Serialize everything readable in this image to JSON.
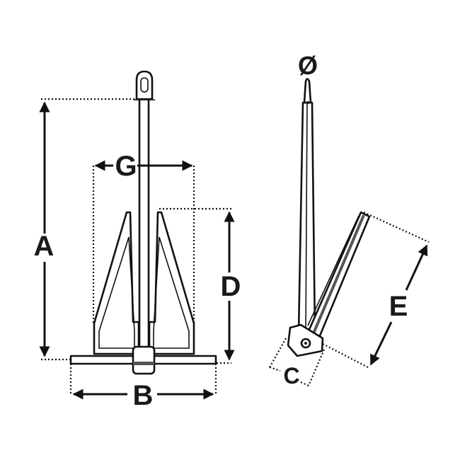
{
  "diagram": {
    "labels": {
      "a": "A",
      "b": "B",
      "c": "C",
      "d": "D",
      "e": "E",
      "g": "G",
      "diameter": "Ø"
    },
    "colors": {
      "line": "#111111",
      "label": "#1a1a1a",
      "band": "#555555"
    }
  }
}
